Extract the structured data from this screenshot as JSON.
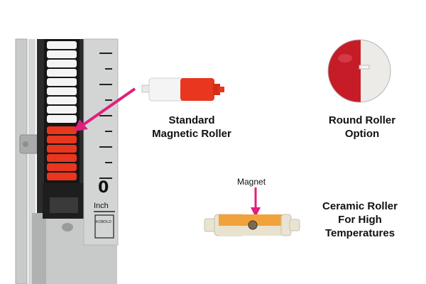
{
  "labels": {
    "standard_line1": "Standard",
    "standard_line2": "Magnetic Roller",
    "round_line1": "Round Roller",
    "round_line2": "Option",
    "ceramic_line1": "Ceramic Roller",
    "ceramic_line2": "For High",
    "ceramic_line3": "Temperatures",
    "magnet": "Magnet",
    "scale_zero": "0",
    "scale_unit": "Inch",
    "brand": "KOBOLD"
  },
  "icons": {
    "pointer": "pink-arrow-icon"
  },
  "colors": {
    "arrow": "#e0207e",
    "roller_red": "#e8361f",
    "roller_white": "#f4f4f4",
    "sphere_red": "#c61c28",
    "ceramic_orange": "#f2a23a",
    "frame": "#b9bcbd"
  }
}
